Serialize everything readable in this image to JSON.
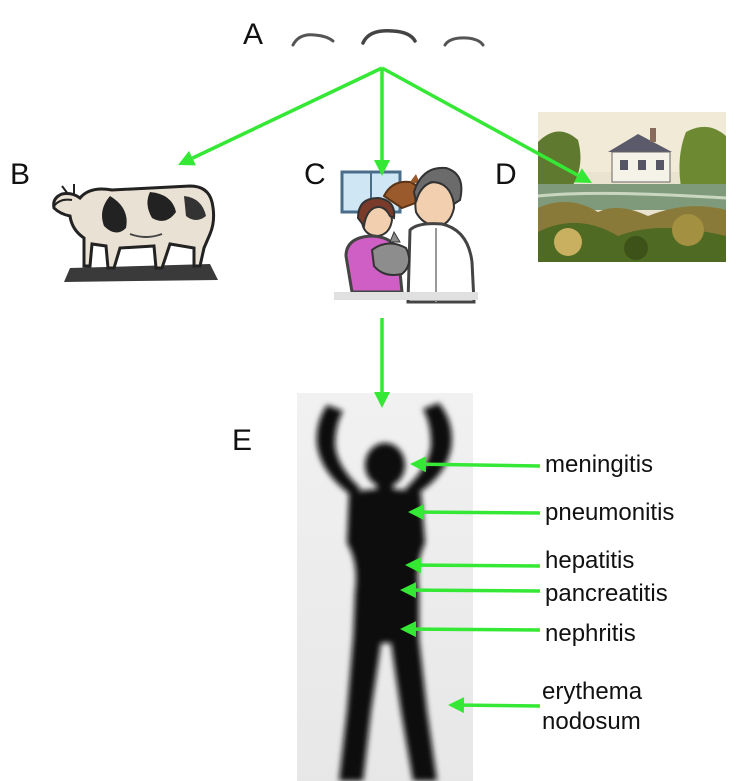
{
  "figure": {
    "labels": {
      "a": "A",
      "b": "B",
      "c": "C",
      "d": "D",
      "e": "E"
    },
    "conditions": [
      "meningitis",
      "pneumonitis",
      "hepatitis",
      "pancreatitis",
      "nephritis",
      "erythema",
      "nodosum"
    ],
    "arrow_color": "#35e835"
  }
}
